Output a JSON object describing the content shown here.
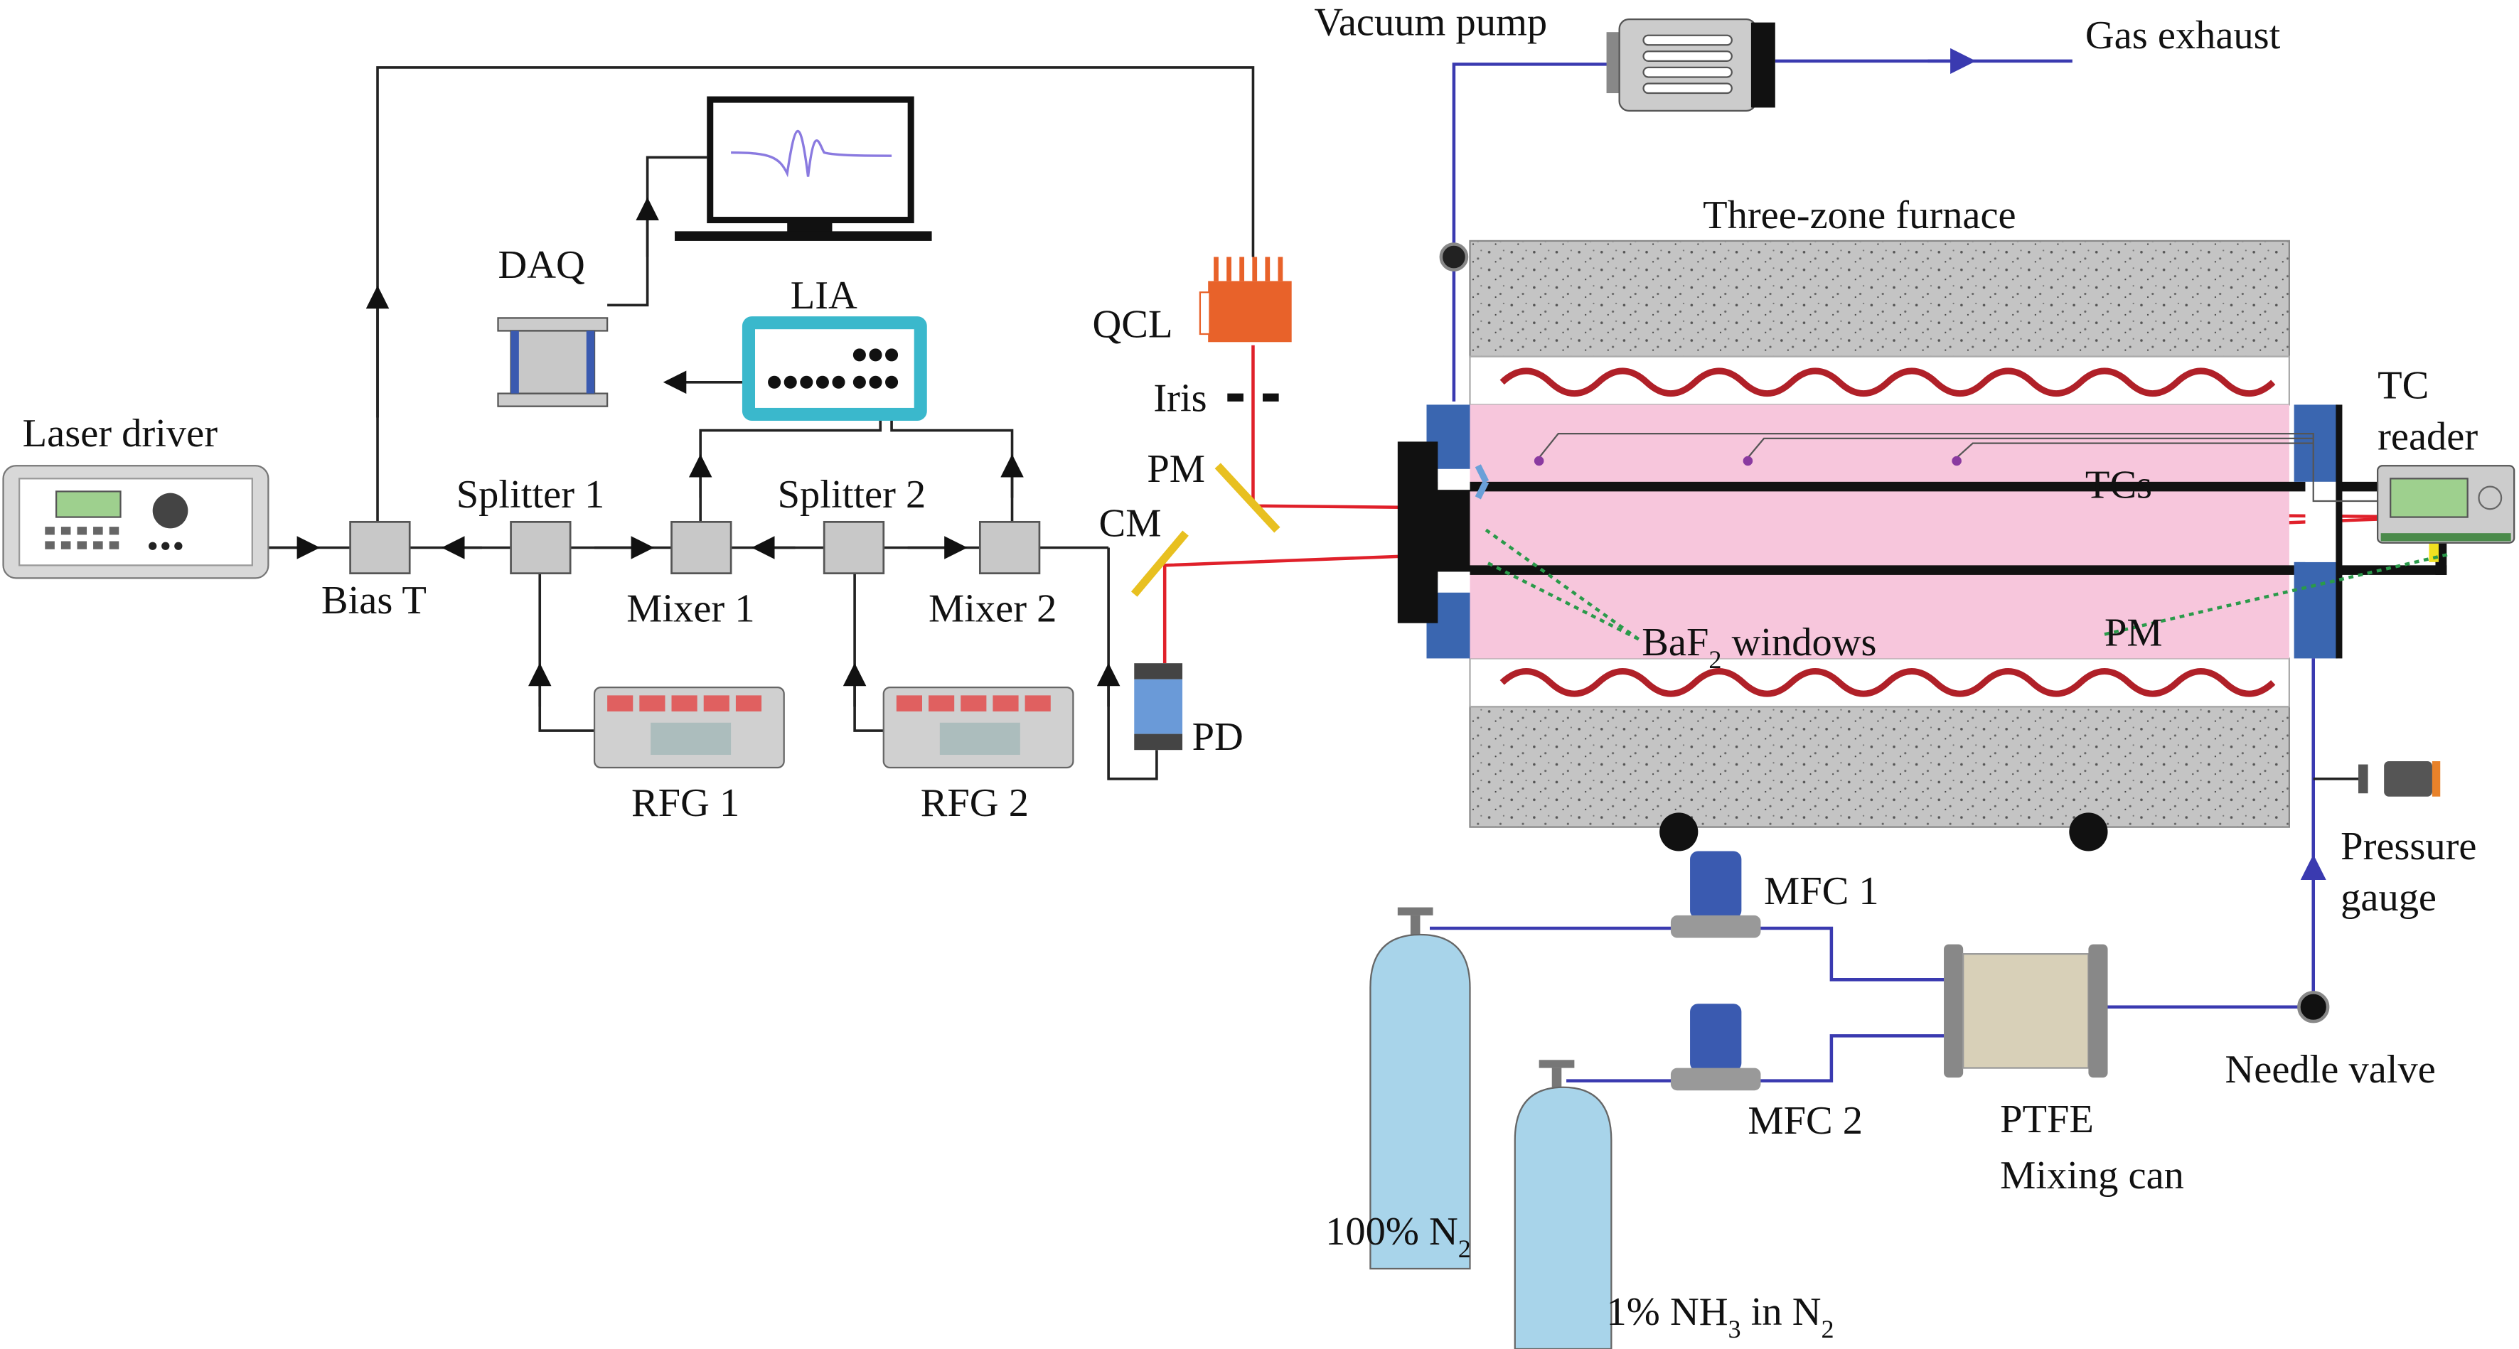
{
  "labels": {
    "laser_driver": "Laser driver",
    "bias_t": "Bias T",
    "splitter1": "Splitter 1",
    "splitter2": "Splitter 2",
    "mixer1": "Mixer 1",
    "mixer2": "Mixer 2",
    "rfg1": "RFG 1",
    "rfg2": "RFG 2",
    "daq": "DAQ",
    "lia": "LIA",
    "qcl": "QCL",
    "iris": "Iris",
    "pm_left": "PM",
    "cm": "CM",
    "pd": "PD",
    "vacuum_pump": "Vacuum pump",
    "gas_exhaust": "Gas exhaust",
    "furnace": "Three-zone furnace",
    "tc_reader_1": "TC",
    "tc_reader_2": "reader",
    "tcs": "TCs",
    "baf2": {
      "main": "BaF",
      "sub": "2",
      "rest": " windows"
    },
    "pm_right": "PM",
    "pressure_1": "Pressure",
    "pressure_2": "gauge",
    "mfc1": "MFC 1",
    "mfc2": "MFC 2",
    "ptfe_1": "PTFE",
    "ptfe_2": "Mixing can",
    "needle_valve": "Needle valve",
    "n2": {
      "main": "100% N",
      "sub": "2"
    },
    "nh3": {
      "main": "1% NH",
      "sub": "3",
      "mid": " in N",
      "sub2": "2"
    }
  },
  "colors": {
    "laser_beam": "#e0202a",
    "gas_line": "#3a3ab0",
    "furnace_tube": "#f7c6dc",
    "qcl": "#e8622a",
    "lia": "#3ab8cc",
    "cylinder": "#a8d4ea",
    "heater": "#b02028",
    "mirror": "#e8c020"
  }
}
